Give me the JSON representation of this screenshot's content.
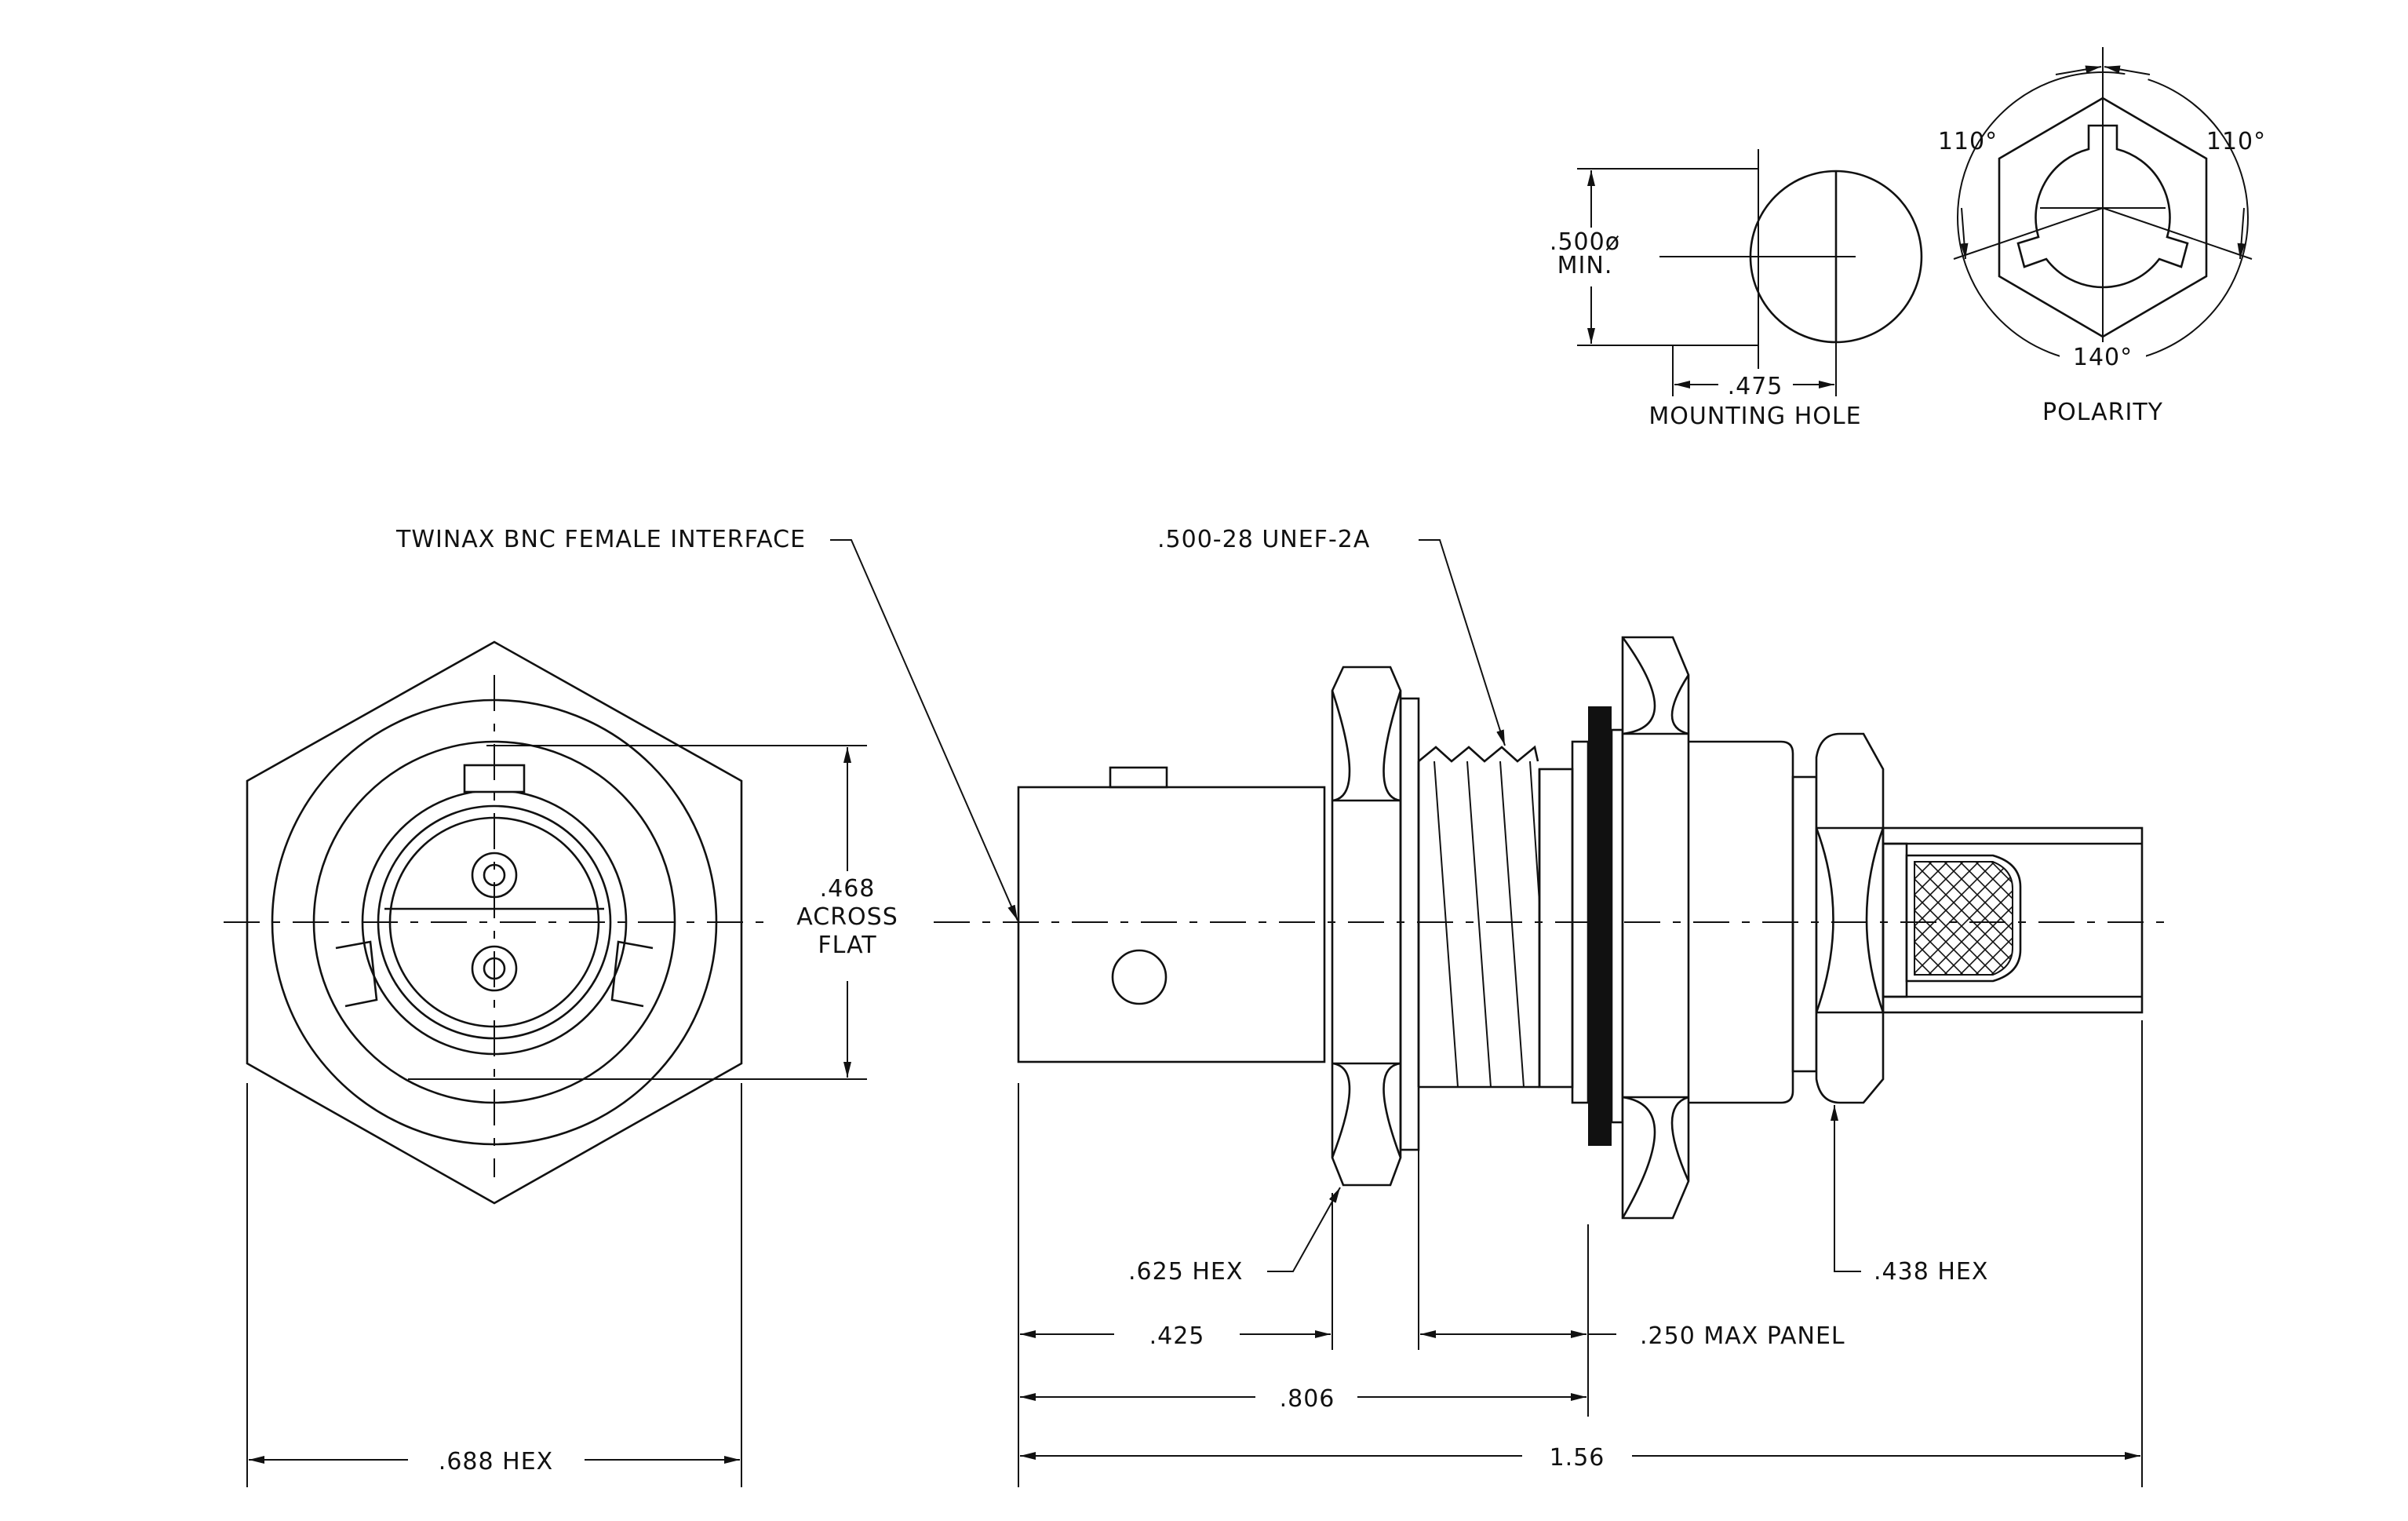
{
  "labels": {
    "interface": "TWINAX BNC FEMALE INTERFACE",
    "thread": ".500-28 UNEF-2A",
    "across_flat_value": ".468",
    "across_flat_line1": "ACROSS",
    "across_flat_line2": "FLAT",
    "hex_688": ".688 HEX",
    "hex_625": ".625 HEX",
    "hex_438": ".438 HEX",
    "dim_425": ".425",
    "dim_806": ".806",
    "dim_156": "1.56",
    "max_panel": ".250 MAX PANEL",
    "mounting_dia": ".500ø",
    "mounting_min": "MIN.",
    "mounting_flat": ".475",
    "mounting_hole": "MOUNTING HOLE",
    "angle_left": "110°",
    "angle_right": "110°",
    "angle_bottom": "140°",
    "polarity": "POLARITY"
  }
}
